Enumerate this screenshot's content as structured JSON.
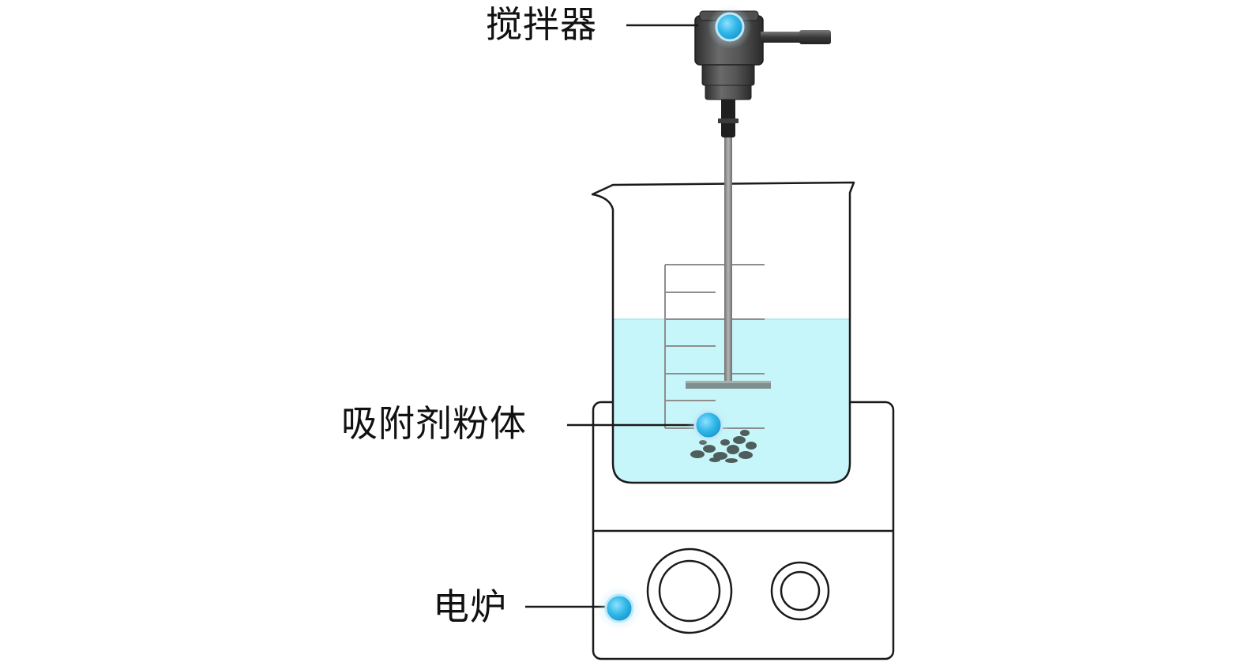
{
  "labels": {
    "stirrer": "搅拌器",
    "adsorbent_powder": "吸附剂粉体",
    "electric_furnace": "电炉"
  },
  "colors": {
    "outline": "#1a1a1a",
    "liquid": "#c6f6f9",
    "liquid_surface": "#b3eef3",
    "marker_dot": "#2fb7e8",
    "marker_glow": "#bfe9f8",
    "stirrer_body": "#4a4a4a",
    "stirrer_dark": "#2b2b2b",
    "shaft": "#8a8a8a",
    "powder": "#4e5e5c"
  },
  "icons": {
    "stirrer": "overhead-stirrer-icon",
    "beaker": "beaker-icon",
    "furnace": "hot-plate-icon",
    "marker": "hotspot-marker-icon"
  }
}
